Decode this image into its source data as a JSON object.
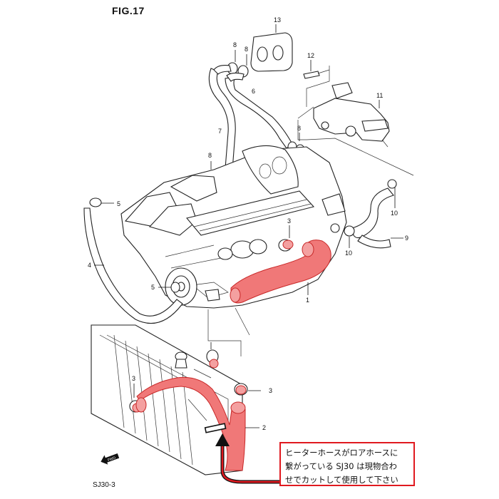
{
  "figure": {
    "title": "FIG.17",
    "reference_code": "SJ30-3",
    "fwd_marker": "FWD"
  },
  "callouts": [
    {
      "id": "13",
      "label": "13"
    },
    {
      "id": "8a",
      "label": "8"
    },
    {
      "id": "8b",
      "label": "8"
    },
    {
      "id": "12",
      "label": "12"
    },
    {
      "id": "6",
      "label": "6"
    },
    {
      "id": "11",
      "label": "11"
    },
    {
      "id": "7",
      "label": "7"
    },
    {
      "id": "8c",
      "label": "8"
    },
    {
      "id": "8d",
      "label": "8"
    },
    {
      "id": "5a",
      "label": "5"
    },
    {
      "id": "3a",
      "label": "3"
    },
    {
      "id": "10a",
      "label": "10"
    },
    {
      "id": "9",
      "label": "9"
    },
    {
      "id": "10b",
      "label": "10"
    },
    {
      "id": "4",
      "label": "4"
    },
    {
      "id": "5b",
      "label": "5"
    },
    {
      "id": "1",
      "label": "1"
    },
    {
      "id": "3b",
      "label": "3"
    },
    {
      "id": "3c",
      "label": "3"
    },
    {
      "id": "2",
      "label": "2"
    }
  ],
  "note": {
    "lines": [
      "ヒーターホースがロアホースに",
      "繋がっている SJ30 は現物合わ",
      "せでカットして使用して下さい"
    ],
    "border_color": "#e0191f"
  },
  "colors": {
    "highlight_hose": "#f07878",
    "line_art": "#222222"
  }
}
